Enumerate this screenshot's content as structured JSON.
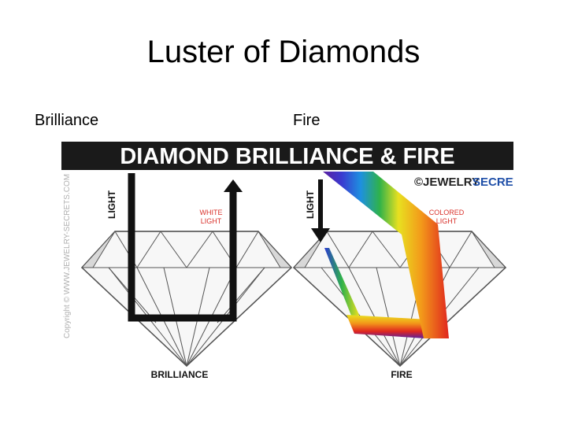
{
  "slide": {
    "title": "Luster of Diamonds",
    "left_label": "Brilliance",
    "right_label": "Fire"
  },
  "figure": {
    "banner": "DIAMOND BRILLIANCE & FIRE",
    "copyright": "Copyright © WWW.JEWELRY-SECRETS.COM",
    "logo_prefix": "©JEWELRY",
    "logo_suffix": "SECRETS",
    "light_label_left": "LIGHT",
    "light_label_right": "LIGHT",
    "white_light_line1": "WHITE",
    "white_light_line2": "LIGHT",
    "colored_light_line1": "COLORED",
    "colored_light_line2": "LIGHT",
    "caption_left": "BRILLIANCE",
    "caption_right": "FIRE",
    "colors": {
      "banner_bg": "#1a1a1a",
      "label_red": "#d9302a",
      "logo_blue": "#1f4fa8"
    }
  }
}
